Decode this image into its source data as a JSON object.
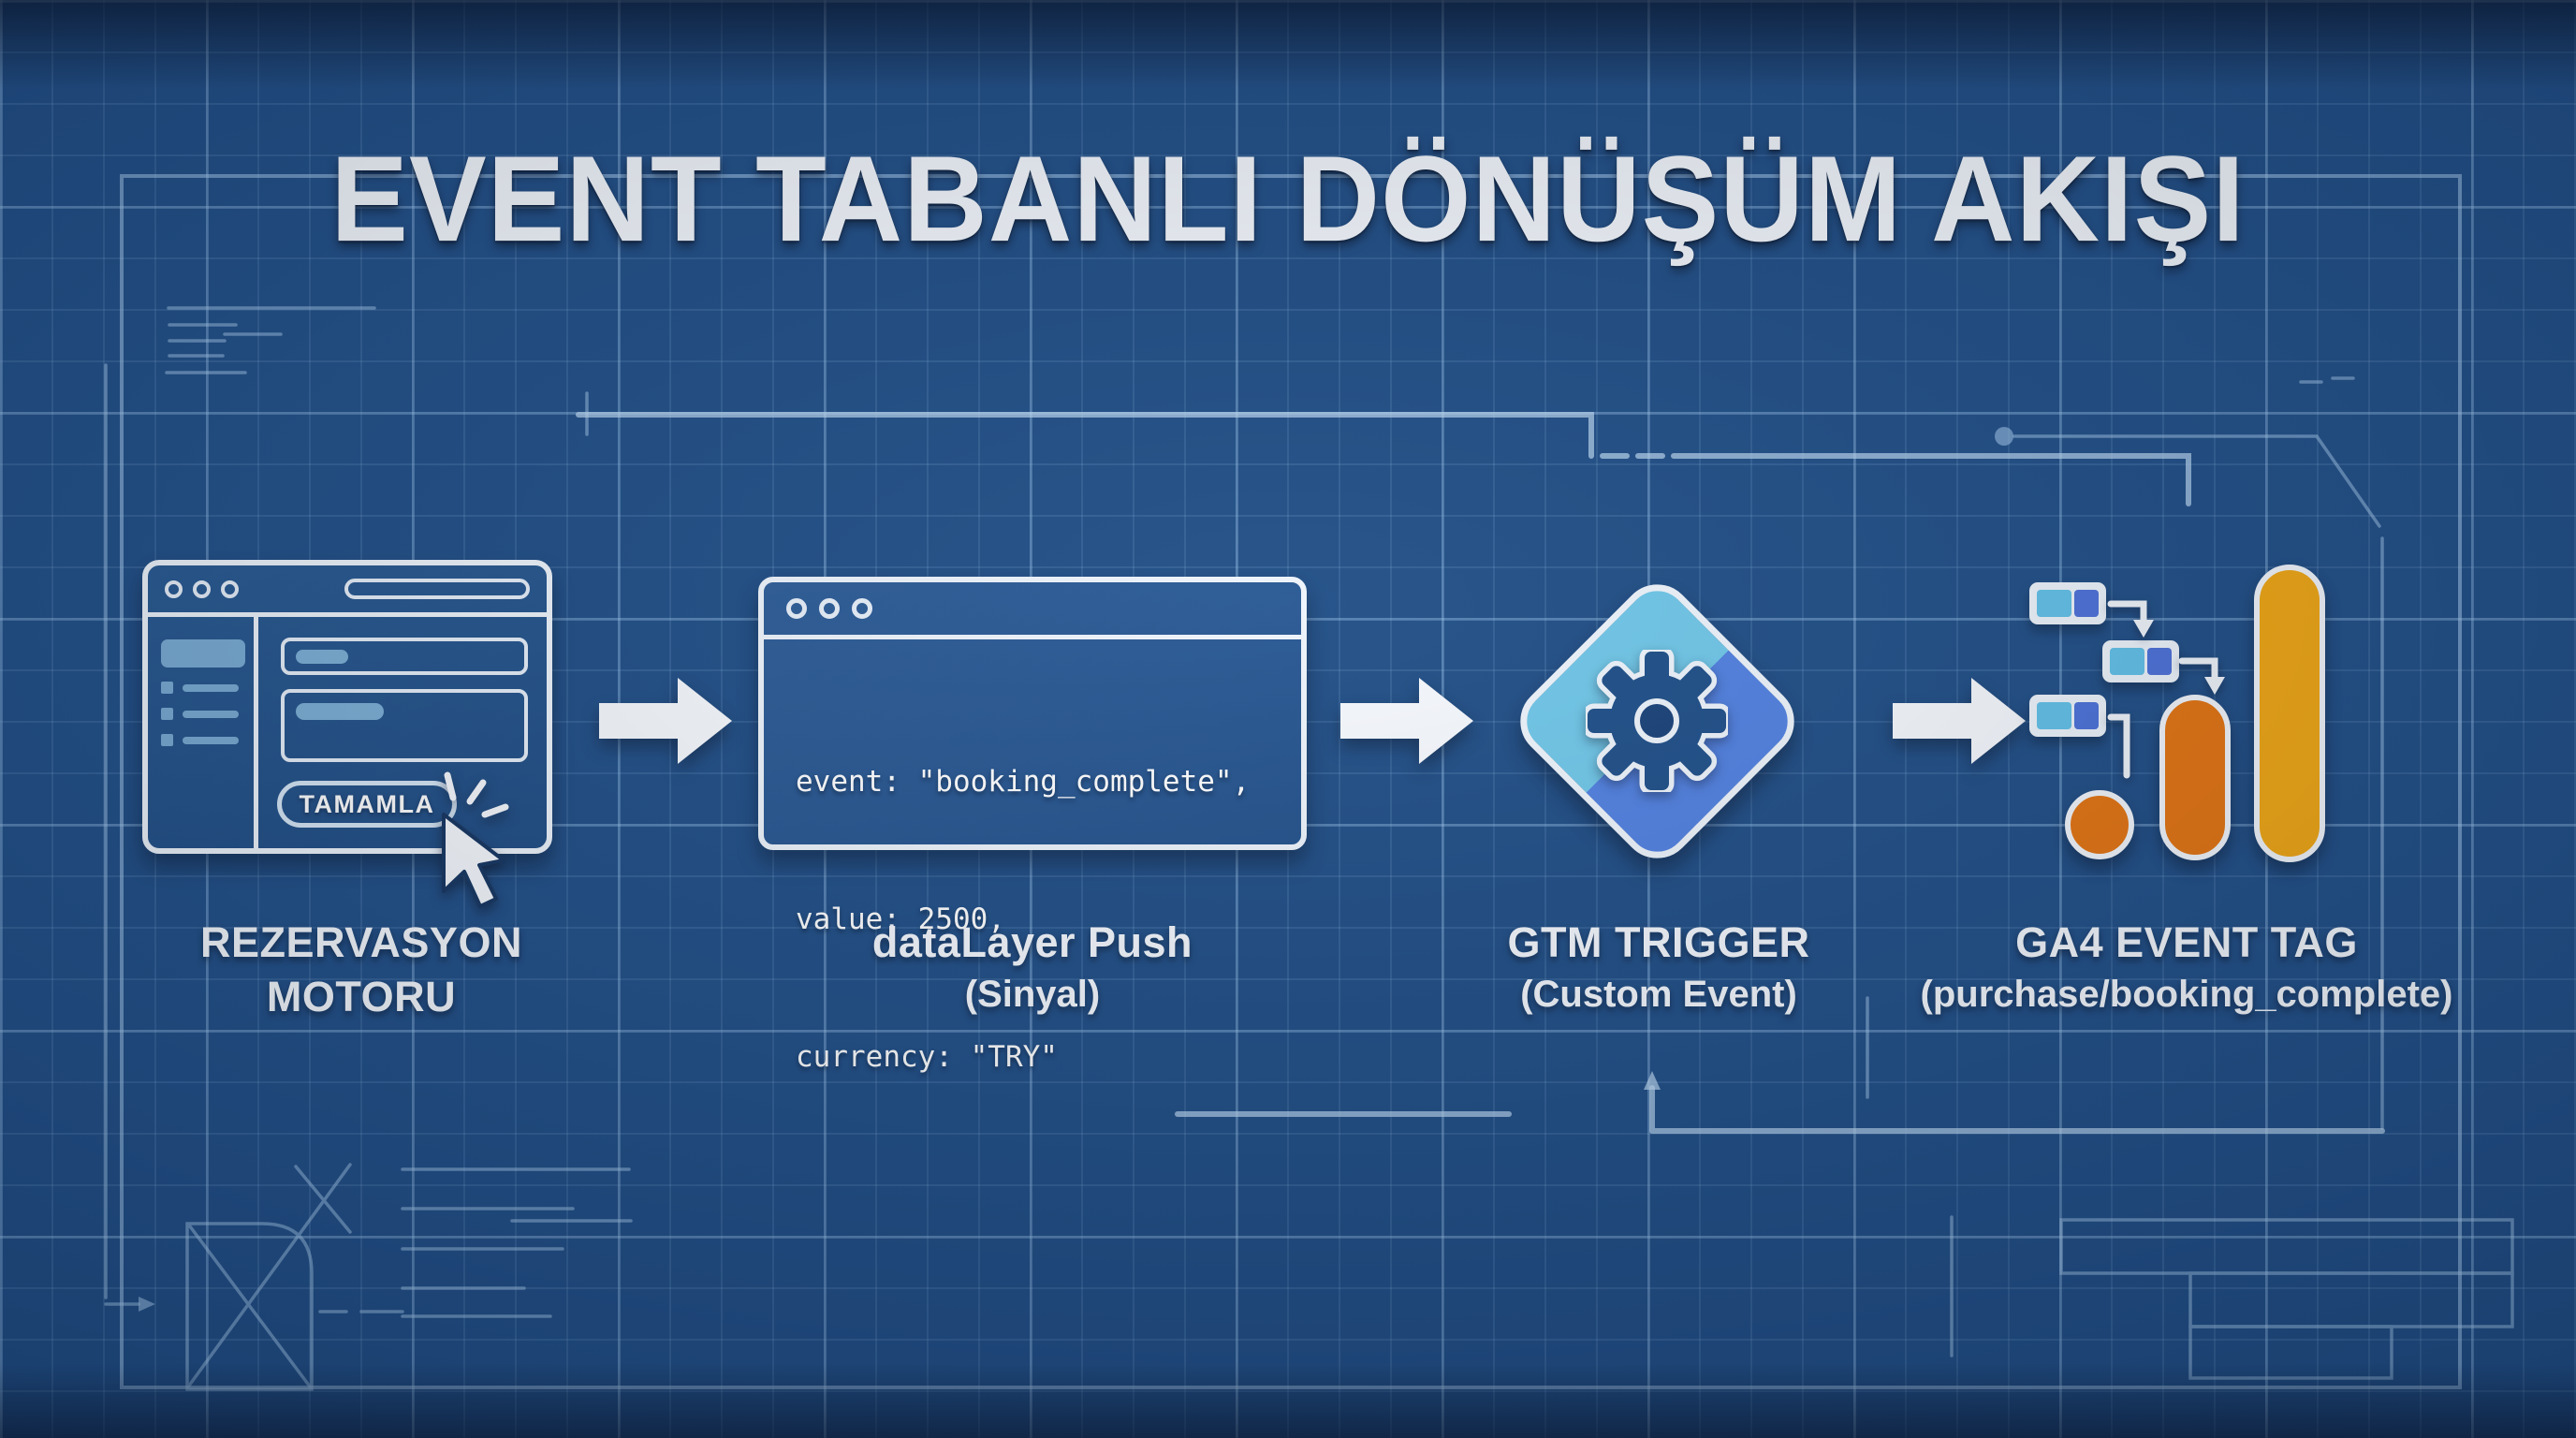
{
  "title": "EVENT TABANLI DÖNÜŞÜM AKIŞI",
  "flow": {
    "booking_engine": {
      "label_line1": "REZERVASYON",
      "label_line2": "MOTORU",
      "button_label": "TAMAMLA"
    },
    "datalayer_push": {
      "label_line1": "dataLayer Push",
      "label_line2": "(Sinyal)",
      "code_lines": [
        "event: \"booking_complete\",",
        "value: 2500,",
        "currency: \"TRY\""
      ]
    },
    "gtm_trigger": {
      "label_line1": "GTM TRIGGER",
      "label_line2": "(Custom Event)"
    },
    "ga4_event_tag": {
      "label_line1": "GA4 EVENT TAG",
      "label_line2": "(purchase/booking_complete)"
    }
  },
  "colors": {
    "blueprint_background": "#1d4c85",
    "grid_line": "#8fb6de",
    "outline_white": "#eef4fb",
    "gtm_light_blue": "#6ec6e8",
    "gtm_royal_blue": "#4f7fe0",
    "gear_navy": "#1b4c86",
    "event_tag_cyan": "#5fc0e8",
    "event_tag_blue": "#4a6fd8",
    "ga_orange": "#E4720D",
    "ga_gold": "#F2A60E",
    "chip_blue": "#7fb3d9"
  },
  "icons": {
    "browser": "browser-window-icon",
    "gear": "gear-icon",
    "cursor": "cursor-click-icon",
    "event_tag": "event-tag-icon",
    "ga_logo": "ga4-logo-icon"
  }
}
